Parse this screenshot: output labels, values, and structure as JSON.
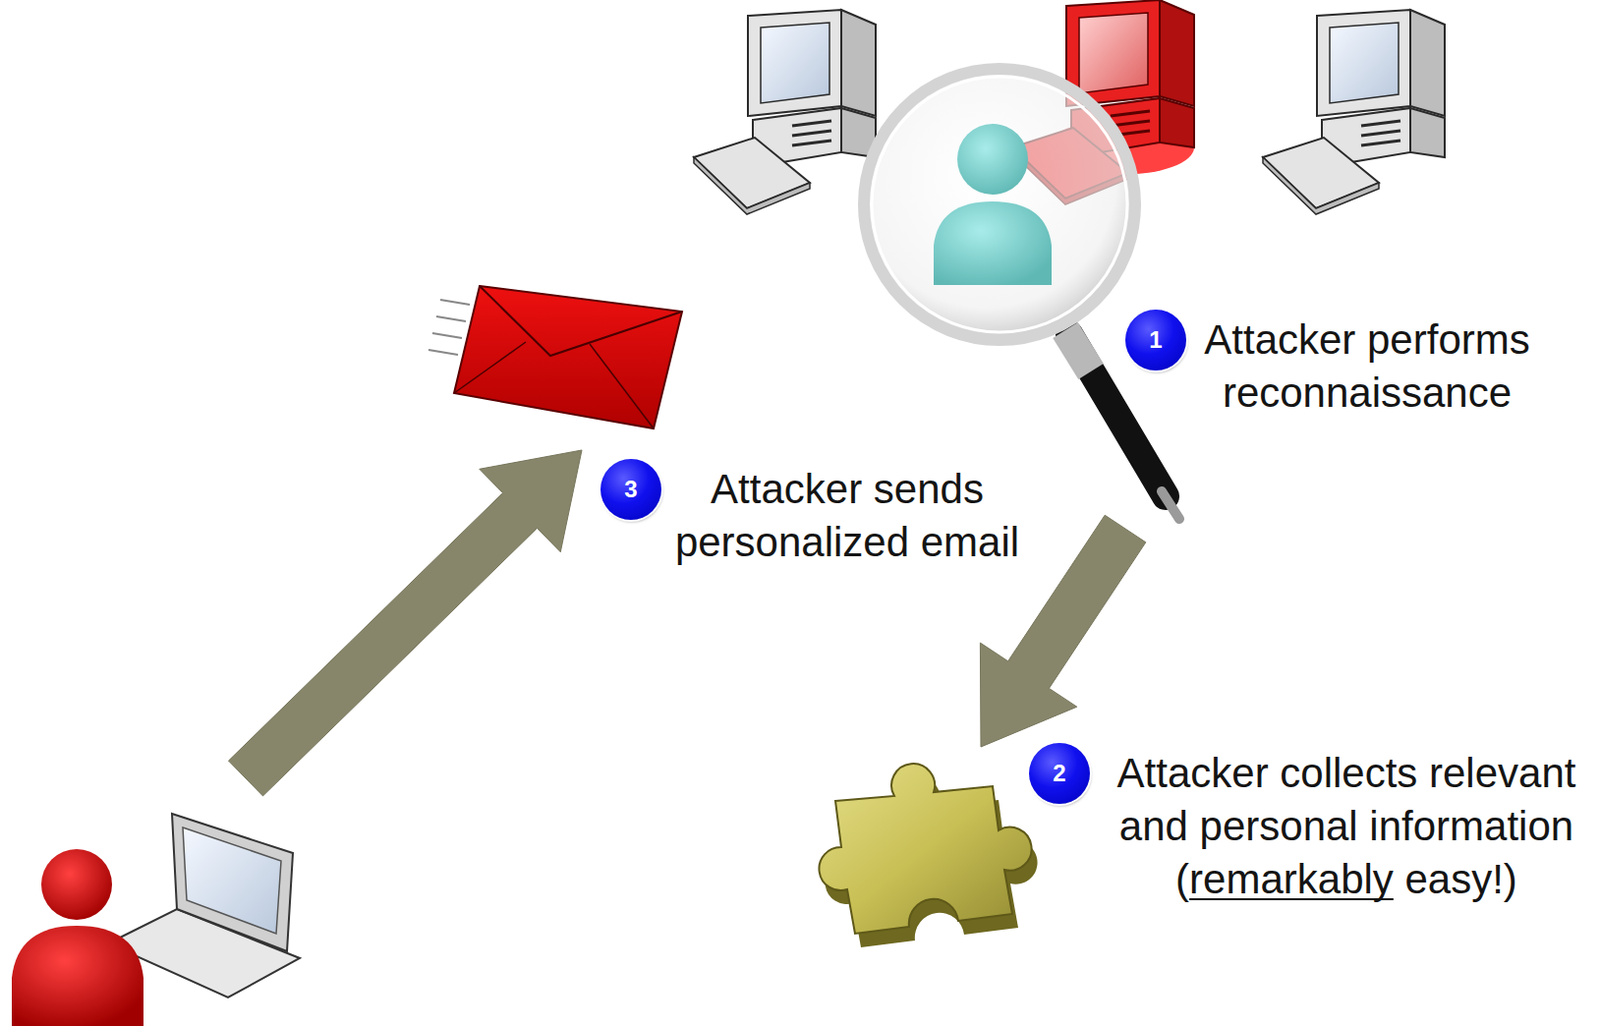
{
  "diagram": {
    "nodes": [
      {
        "text": [
          "1",
          "Attacker performs reconnaissance"
        ]
      },
      {
        "text": [
          "2",
          "Attacker collects relevant and personal information (remarkably easy!)"
        ]
      },
      {
        "text": [
          "3",
          "Attacker sends personalized email"
        ]
      }
    ]
  }
}
